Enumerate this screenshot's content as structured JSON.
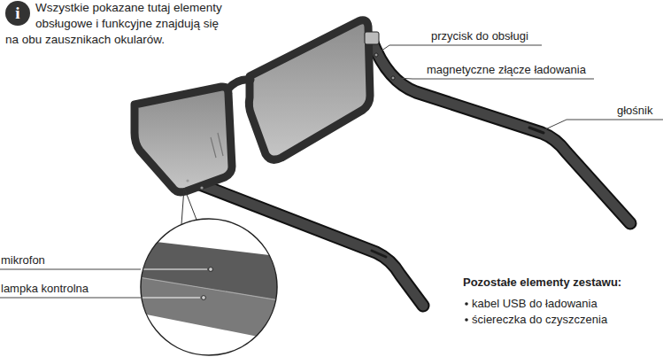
{
  "diagram": {
    "labels": [
      "i",
      "Wszystkie pokazane tutaj elementy obsługowe i funkcyjne znajdują się na obu zausznikach okularów.",
      "przycisk do obsługi",
      "magnetyczne złącze ładowania",
      "głośnik",
      "mikrofon",
      "lampka kontrolna",
      "Pozostałe elementy zestawu:",
      "kabel USB do ładowania",
      "ściereczka do czyszczenia"
    ]
  }
}
